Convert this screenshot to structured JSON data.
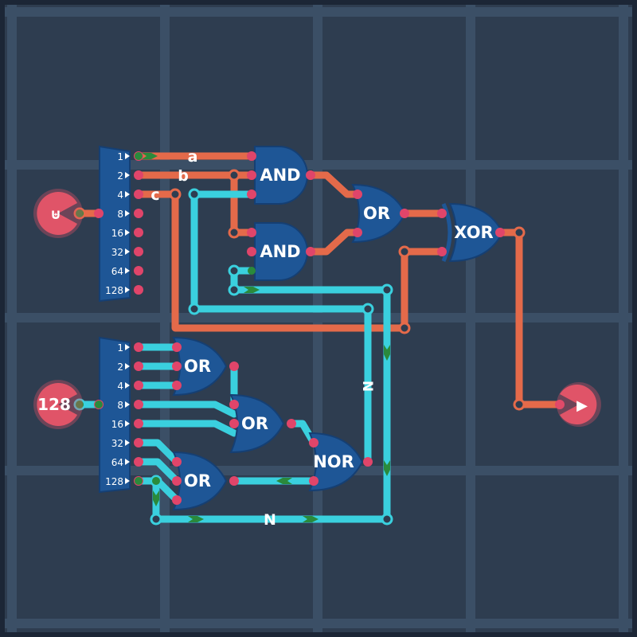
{
  "colors": {
    "background": "#2e3d50",
    "grid": "#3b4f66",
    "frame": "#1c2636",
    "gate_fill": "#1e5696",
    "gate_stroke": "#153f73",
    "wire_orange": "#e46a4a",
    "wire_cyan": "#3ad0de",
    "wire_pulse": "#2a8a3c",
    "pin_red": "#e0456a",
    "io_fill": "#e05468"
  },
  "inputs": [
    {
      "label": "⊎",
      "icon": "byte-input-icon"
    },
    {
      "label": "128",
      "icon": "byte-input-icon"
    }
  ],
  "output": {
    "label": "▶",
    "icon": "bit-output-icon"
  },
  "splitter_top": {
    "pins": [
      "1",
      "2",
      "4",
      "8",
      "16",
      "32",
      "64",
      "128"
    ]
  },
  "splitter_bottom": {
    "pins": [
      "1",
      "2",
      "4",
      "8",
      "16",
      "32",
      "64",
      "128"
    ]
  },
  "gates": [
    {
      "id": "and1",
      "label": "AND"
    },
    {
      "id": "and2",
      "label": "AND"
    },
    {
      "id": "or1",
      "label": "OR"
    },
    {
      "id": "xor1",
      "label": "XOR"
    },
    {
      "id": "or2",
      "label": "OR"
    },
    {
      "id": "or3",
      "label": "OR"
    },
    {
      "id": "or4",
      "label": "OR"
    },
    {
      "id": "nor1",
      "label": "NOR"
    }
  ],
  "wire_labels": {
    "a": "a",
    "b": "b",
    "c": "c",
    "n_vertical": "N",
    "n_horizontal": "N"
  }
}
